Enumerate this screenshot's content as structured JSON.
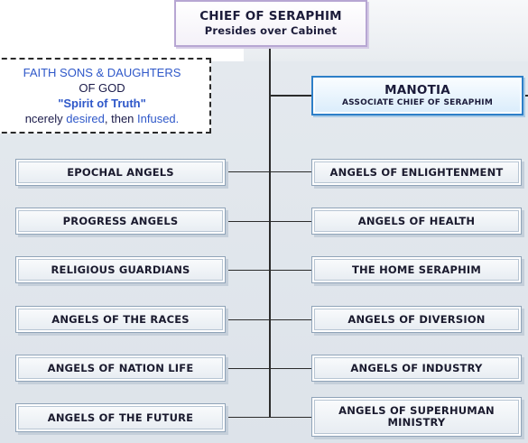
{
  "chief": {
    "title": "CHIEF OF SERAPHIM",
    "subtitle": "Presides over Cabinet"
  },
  "faith_box": {
    "line1": "FAITH SONS & DAUGHTERS",
    "line2": "OF GOD",
    "line3": "\"Spirit of Truth\"",
    "line4_part1": "ncerely ",
    "line4_part2": "desired",
    "line4_part3": ", then ",
    "line4_part4": "Infused."
  },
  "associate": {
    "title": "MANOTIA",
    "subtitle": "ASSOCIATE CHIEF OF SERAPHIM"
  },
  "left_column": [
    "EPOCHAL ANGELS",
    "PROGRESS ANGELS",
    "RELIGIOUS GUARDIANS",
    "ANGELS OF THE RACES",
    "ANGELS OF NATION LIFE",
    "ANGELS OF THE FUTURE"
  ],
  "right_column": [
    "ANGELS OF ENLIGHTENMENT",
    "ANGELS OF HEALTH",
    "THE HOME SERAPHIM",
    "ANGELS OF DIVERSION",
    "ANGELS OF INDUSTRY",
    "ANGELS OF SUPERHUMAN",
    "MINISTRY"
  ]
}
